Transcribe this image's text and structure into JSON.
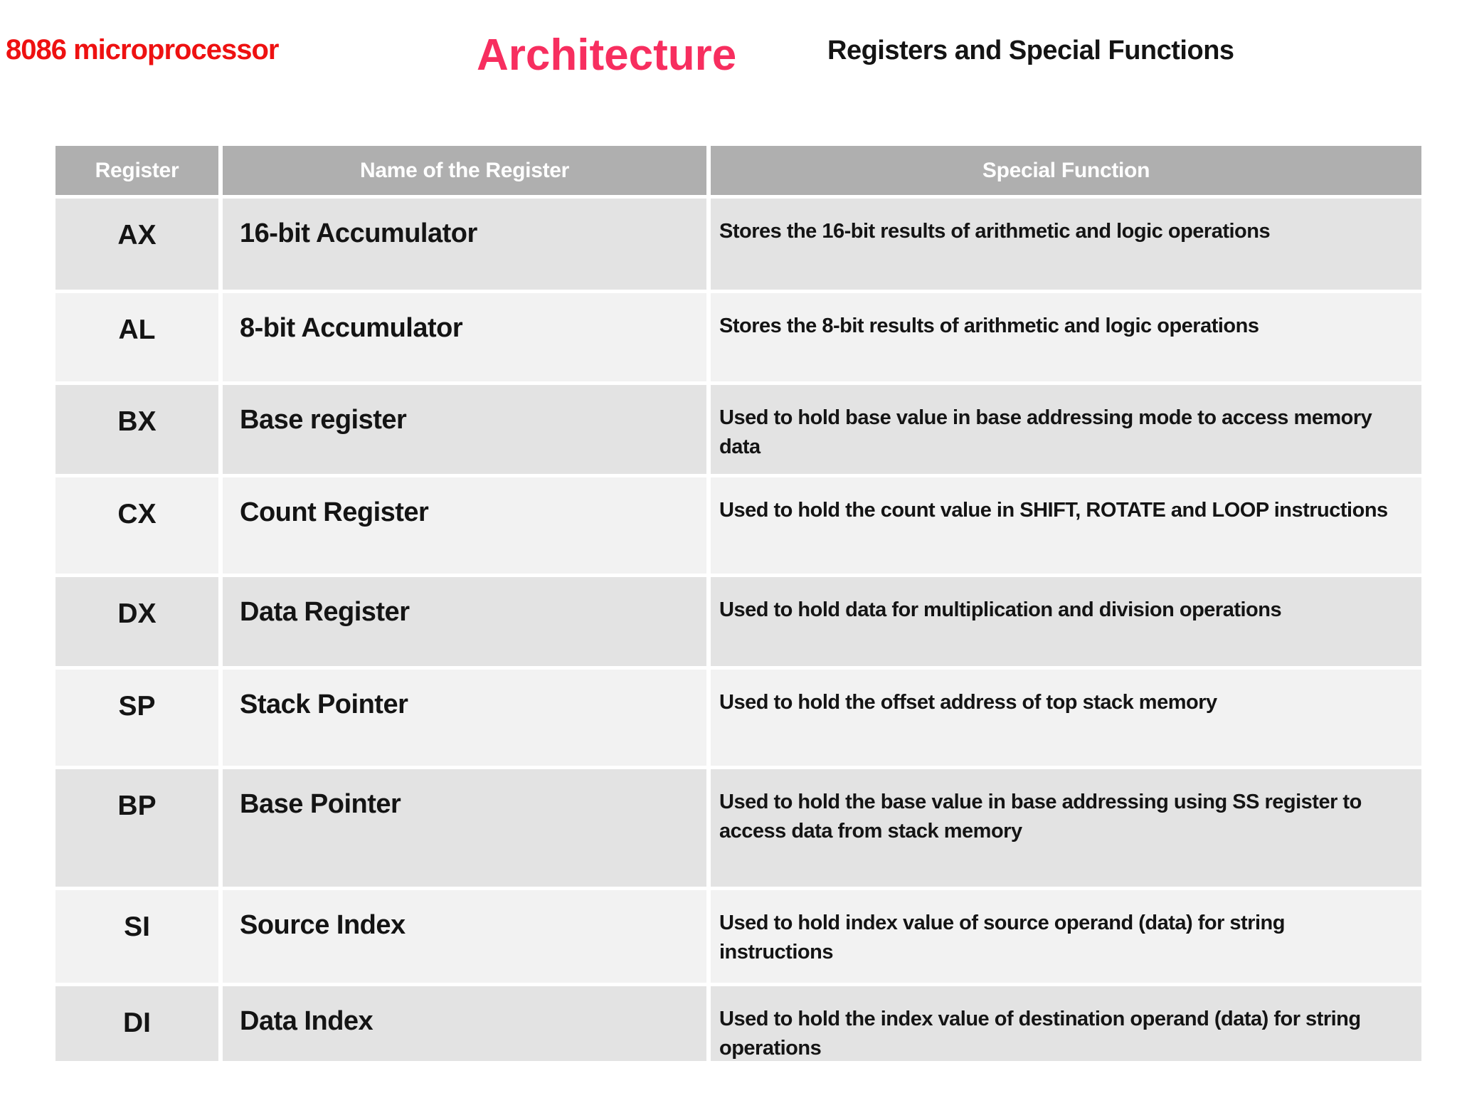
{
  "header": {
    "course": "8086 microprocessor",
    "title": "Architecture",
    "subtitle": "Registers and Special Functions"
  },
  "colors": {
    "course_red": "#EE1111",
    "title_pink": "#F72E5F",
    "table_header_bg": "#AFAFAF",
    "table_header_text": "#FFFFFF",
    "row_dark": "#E3E3E3",
    "row_light": "#F2F2F2"
  },
  "table": {
    "columns": [
      "Register",
      "Name of the Register",
      "Special Function"
    ],
    "rows": [
      {
        "register": "AX",
        "name": "16-bit Accumulator",
        "function": "Stores the 16-bit results of arithmetic and logic operations"
      },
      {
        "register": "AL",
        "name": "8-bit Accumulator",
        "function": "Stores the 8-bit results of arithmetic and logic operations"
      },
      {
        "register": "BX",
        "name": "Base register",
        "function": "Used to hold base value in base addressing mode to access memory\ndata"
      },
      {
        "register": "CX",
        "name": "Count Register",
        "function": "Used to hold the count value in SHIFT, ROTATE and LOOP instructions"
      },
      {
        "register": "DX",
        "name": "Data Register",
        "function": "Used to hold data for multiplication and division operations"
      },
      {
        "register": "SP",
        "name": "Stack Pointer",
        "function": "Used to hold the offset address of top stack memory"
      },
      {
        "register": "BP",
        "name": "Base Pointer",
        "function": "Used to hold the base value in base addressing using SS register to\naccess data from stack memory"
      },
      {
        "register": "SI",
        "name": "Source Index",
        "function": "Used to hold index value of source operand (data) for string\ninstructions"
      },
      {
        "register": "DI",
        "name": "Data Index",
        "function": "Used to hold the index value of destination operand (data) for string\noperations"
      }
    ]
  }
}
